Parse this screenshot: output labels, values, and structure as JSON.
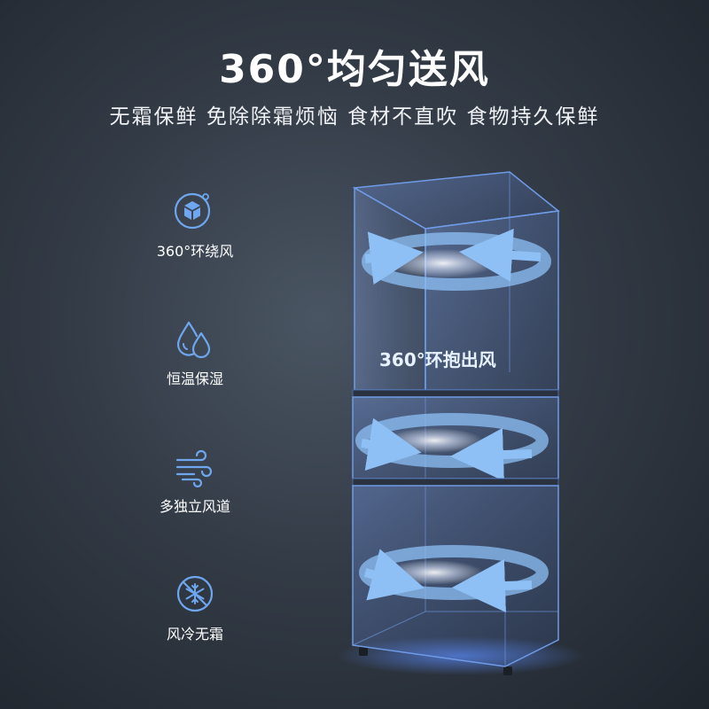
{
  "header": {
    "title": "360°均匀送风",
    "subtitle": "无霜保鲜 免除除霜烦恼 食材不直吹 食物持久保鲜"
  },
  "features": [
    {
      "label": "360°环绕风",
      "icon": "cube-airflow-icon"
    },
    {
      "label": "恒温保湿",
      "icon": "water-drops-icon"
    },
    {
      "label": "多独立风道",
      "icon": "wind-lines-icon"
    },
    {
      "label": "风冷无霜",
      "icon": "no-frost-icon"
    }
  ],
  "fridge": {
    "airflow_label": "360°环抱出风"
  },
  "colors": {
    "accent": "#6ea6f0",
    "arrow": "#8ec0f5",
    "box_edge": "#6f9be8"
  }
}
